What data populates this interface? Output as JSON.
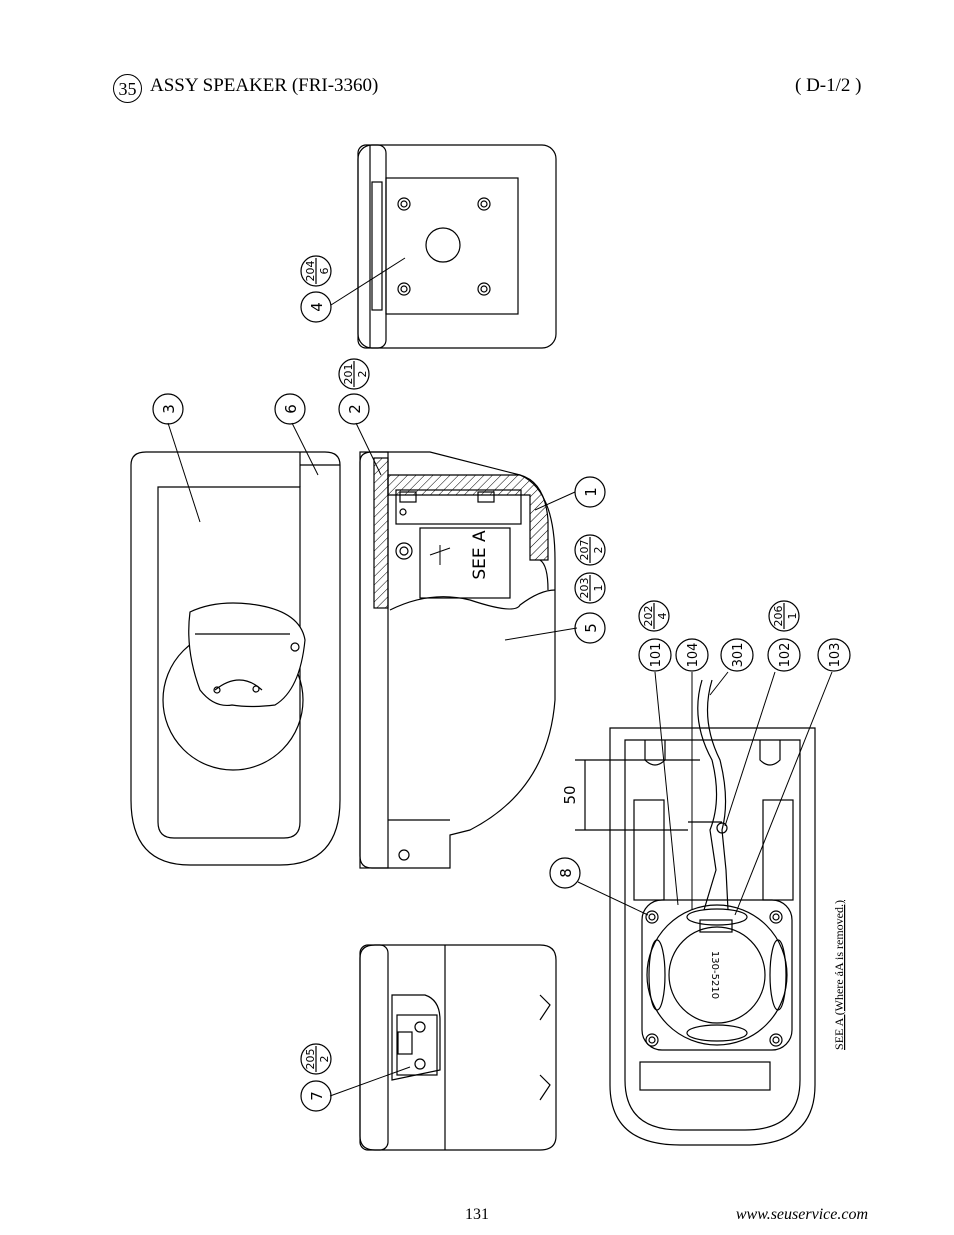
{
  "header": {
    "number": "35",
    "title": "ASSY SPEAKER (FRI-3360)",
    "sheet": "( D-1/2 )"
  },
  "footer": {
    "page": "131",
    "website": "www.seuservice.com"
  },
  "labels": {
    "see_a": "SEE A",
    "see_a_note": "SEE A (Where áA is removed.)",
    "dimension_50": "50",
    "speaker_code": "130-5210"
  },
  "callouts": [
    {
      "id": "1"
    },
    {
      "id": "2",
      "sub": [
        "201",
        "2"
      ]
    },
    {
      "id": "3"
    },
    {
      "id": "4",
      "sub": [
        "204",
        "6"
      ]
    },
    {
      "id": "5",
      "sub": [
        "203",
        "1"
      ]
    },
    {
      "id": "6"
    },
    {
      "id": "7",
      "sub": [
        "205",
        "2"
      ]
    },
    {
      "id": "8"
    },
    {
      "id": "101",
      "sub": [
        "202",
        "4"
      ]
    },
    {
      "id": "102",
      "sub": [
        "206",
        "1"
      ]
    },
    {
      "id": "103"
    },
    {
      "id": "104"
    },
    {
      "id": "301"
    }
  ],
  "extra_subs": [
    {
      "sub": [
        "207",
        "2"
      ]
    }
  ]
}
